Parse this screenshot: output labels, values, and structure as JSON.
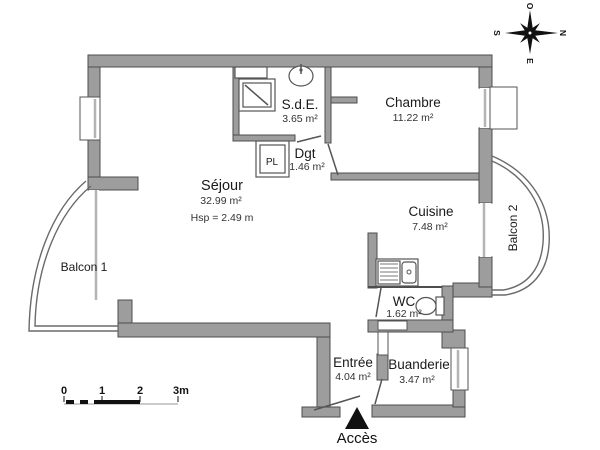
{
  "plan": {
    "rooms": [
      {
        "id": "sejour",
        "name": "Séjour",
        "area": "32.99 m²",
        "height_note": "Hsp = 2.49 m"
      },
      {
        "id": "chambre",
        "name": "Chambre",
        "area": "11.22 m²"
      },
      {
        "id": "sde",
        "name": "S.d.E.",
        "area": "3.65 m²"
      },
      {
        "id": "dgt",
        "name": "Dgt",
        "area": "1.46 m²"
      },
      {
        "id": "cuisine",
        "name": "Cuisine",
        "area": "7.48 m²"
      },
      {
        "id": "wc",
        "name": "WC",
        "area": "1.62 m²"
      },
      {
        "id": "entree",
        "name": "Entrée",
        "area": "4.04 m²"
      },
      {
        "id": "buanderie",
        "name": "Buanderie",
        "area": "3.47 m²"
      },
      {
        "id": "balcon1",
        "name": "Balcon 1"
      },
      {
        "id": "balcon2",
        "name": "Balcon 2"
      },
      {
        "id": "placard",
        "name": "PL"
      }
    ],
    "access_label": "Accès",
    "compass": {
      "north": "N",
      "south": "S",
      "east": "E",
      "west": "O"
    },
    "scale_bar": {
      "ticks": [
        "0",
        "1",
        "2",
        "3m"
      ]
    },
    "colors": {
      "wall": "#9d9d9d",
      "wall_outline": "#4d4d4d",
      "background": "#ffffff",
      "text": "#1f1f1f"
    }
  }
}
